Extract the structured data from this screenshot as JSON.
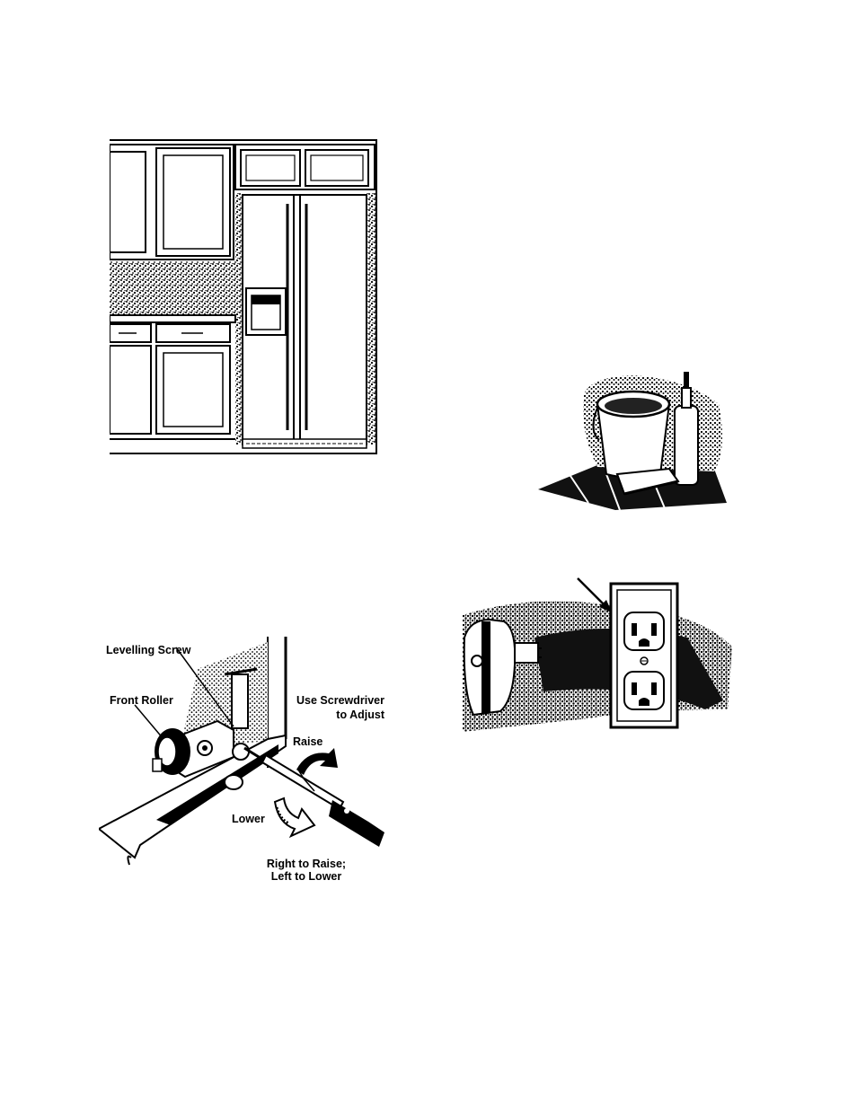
{
  "colors": {
    "ink": "#000000",
    "paper": "#ffffff",
    "shade": "#3a3a3a"
  },
  "figures": {
    "kitchen": {
      "description_icon": "refrigerator-in-cabinets-illustration"
    },
    "bucket": {
      "description_icon": "bucket-sponge-detergent-illustration"
    },
    "outlet": {
      "description_icon": "plug-and-wall-outlet-illustration"
    },
    "levelling": {
      "description_icon": "levelling-screw-adjustment-illustration",
      "labels": {
        "levelling_screw": "Levelling Screw",
        "front_roller": "Front Roller",
        "use_screwdriver": "Use Screwdriver",
        "to_adjust": "to Adjust",
        "raise": "Raise",
        "lower": "Lower",
        "right_to_raise": "Right to Raise;",
        "left_to_lower": "Left to Lower"
      }
    }
  }
}
